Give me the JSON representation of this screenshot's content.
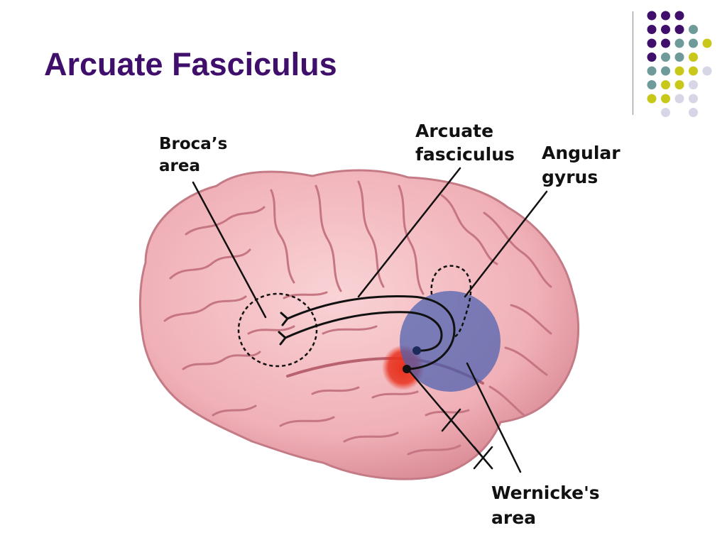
{
  "slide": {
    "title": "Arcuate Fasciculus"
  },
  "labels": {
    "broca": "Broca’s\narea",
    "arcuate": "Arcuate\nfasciculus",
    "angular": "Angular\ngyrus",
    "wernicke": "Wernicke's\narea"
  },
  "colors": {
    "title": "#3f0f6b",
    "dot_purple": "#3f0f6b",
    "dot_teal": "#6e9a9a",
    "dot_yellow": "#c8c81a",
    "dot_lavender": "#d6d6e6",
    "brain": "#f2b9bf",
    "wernicke_blue": "#4a5fb0",
    "lesion_red": "#e8321e"
  },
  "decoration": {
    "dot_grid": [
      [
        "purple",
        "purple",
        "purple",
        "",
        "",
        ""
      ],
      [
        "purple",
        "purple",
        "purple",
        "teal",
        "",
        ""
      ],
      [
        "purple",
        "purple",
        "teal",
        "teal",
        "yellow",
        ""
      ],
      [
        "purple",
        "teal",
        "teal",
        "yellow",
        "",
        ""
      ],
      [
        "teal",
        "teal",
        "yellow",
        "yellow",
        "lavender",
        ""
      ],
      [
        "teal",
        "yellow",
        "yellow",
        "lavender",
        "",
        ""
      ],
      [
        "yellow",
        "yellow",
        "lavender",
        "lavender",
        "",
        ""
      ],
      [
        "",
        "lavender",
        "",
        "lavender",
        "",
        ""
      ]
    ]
  }
}
